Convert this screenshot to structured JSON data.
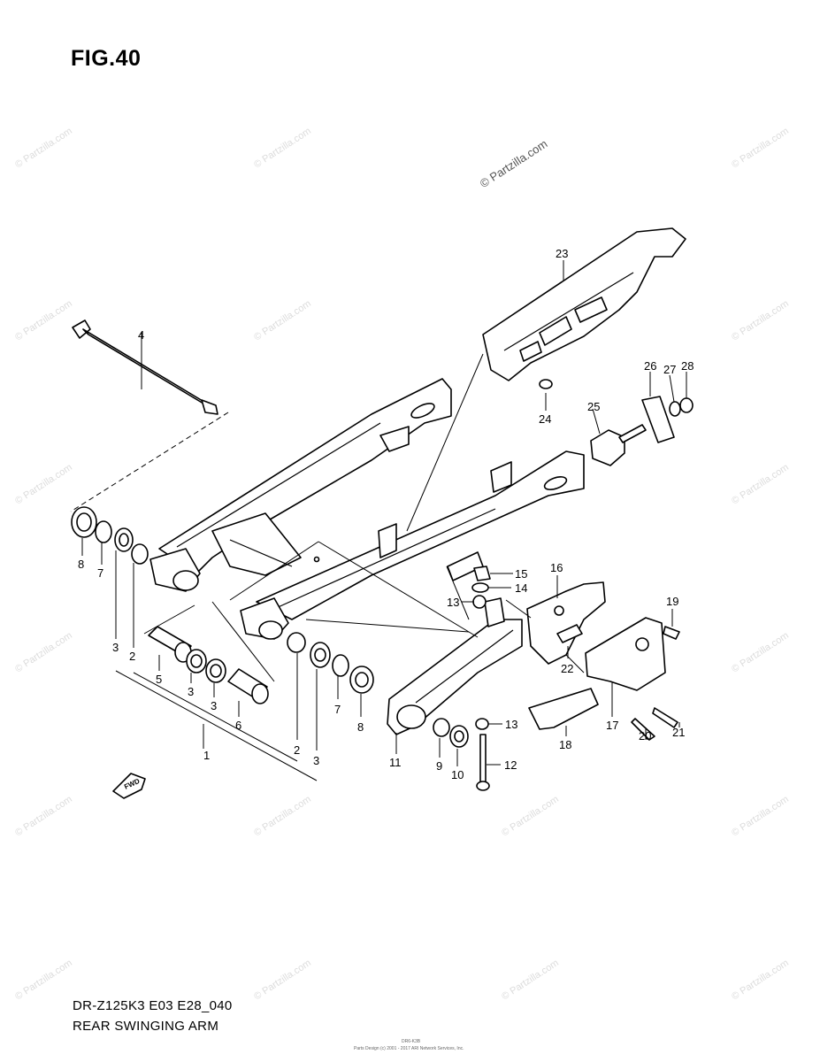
{
  "figure_title": "FIG.40",
  "watermark_text": "© Partzilla.com",
  "model_code": "DR-Z125K3 E03 E28_040",
  "diagram_name": "REAR SWINGING ARM",
  "footer_code": "DR6-K3B",
  "footer_copyright": "Parts Design (c) 2001 - 2017 ARI Network Services, Inc.",
  "fwd_label": "FWD",
  "callouts": {
    "c1": "1",
    "c2a": "2",
    "c2b": "2",
    "c3a": "3",
    "c3b": "3",
    "c3c": "3",
    "c3d": "3",
    "c4": "4",
    "c5": "5",
    "c6": "6",
    "c7a": "7",
    "c7b": "7",
    "c8a": "8",
    "c8b": "8",
    "c9": "9",
    "c10": "10",
    "c11": "11",
    "c12": "12",
    "c13a": "13",
    "c13b": "13",
    "c14": "14",
    "c15": "15",
    "c16": "16",
    "c17": "17",
    "c18": "18",
    "c19": "19",
    "c20": "20",
    "c21": "21",
    "c22": "22",
    "c23": "23",
    "c24": "24",
    "c25": "25",
    "c26": "26",
    "c27": "27",
    "c28": "28"
  }
}
